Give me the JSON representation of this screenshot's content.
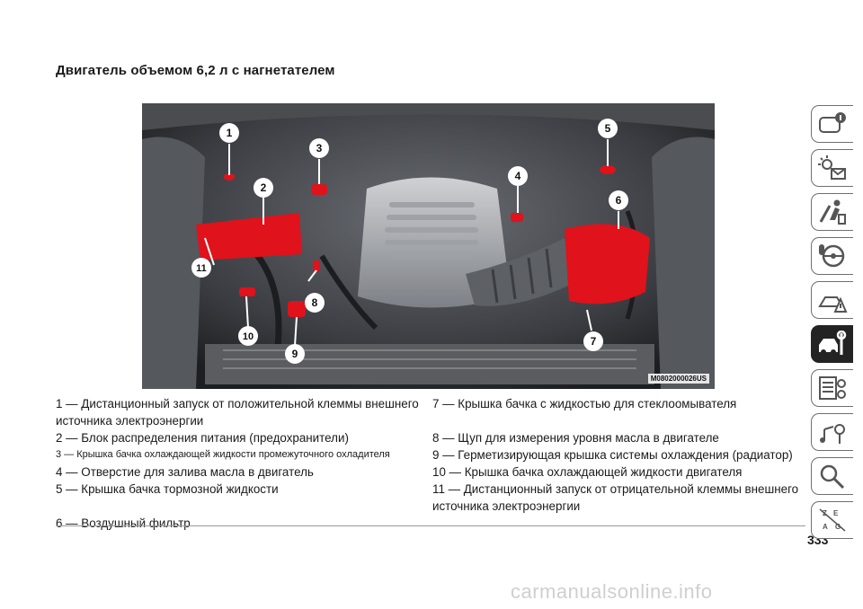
{
  "page": {
    "title": "Двигатель объемом 6,2 л с нагнетателем",
    "photo_code": "M0802000026US",
    "page_number": "333",
    "watermark": "carmanualsonline.info"
  },
  "callouts": [
    "1",
    "2",
    "3",
    "4",
    "5",
    "6",
    "7",
    "8",
    "9",
    "10",
    "11"
  ],
  "legend_left": [
    "1 — Дистанционный запуск от положительной клеммы внешнего источника электроэнергии",
    "2 — Блок распределения питания (предохранители)",
    "3 — Крышка бачка охлаждающей жидкости промежуточного охладителя",
    "4 — Отверстие для залива масла в двигатель",
    "5 — Крышка бачка тормозной жидкости",
    "6 — Воздушный фильтр"
  ],
  "legend_right": [
    "7 — Крышка бачка с жидкостью для стеклоомывателя",
    "8 — Щуп для измерения уровня масла в двигателе",
    "9 — Герметизирующая крышка системы охлаждения (радиатор)",
    "10 — Крышка бачка охлаждающей жидкости двигателя",
    "11 — Дистанционный запуск от отрицательной клеммы внешнего источника электроэнергии"
  ],
  "side_tabs": [
    {
      "icon": "dashboard-info-icon",
      "active": false
    },
    {
      "icon": "warning-lights-icon",
      "active": false
    },
    {
      "icon": "safety-icon",
      "active": false
    },
    {
      "icon": "steering-wheel-icon",
      "active": false
    },
    {
      "icon": "emergency-icon",
      "active": false
    },
    {
      "icon": "car-service-icon",
      "active": true
    },
    {
      "icon": "specifications-icon",
      "active": false
    },
    {
      "icon": "multimedia-icon",
      "active": false
    },
    {
      "icon": "search-index-icon",
      "active": false
    },
    {
      "icon": "language-index-icon",
      "active": false
    }
  ],
  "colors": {
    "highlight_red": "#e0121b",
    "active_tab": "#232323",
    "engine_dark": "#2b2d31"
  }
}
